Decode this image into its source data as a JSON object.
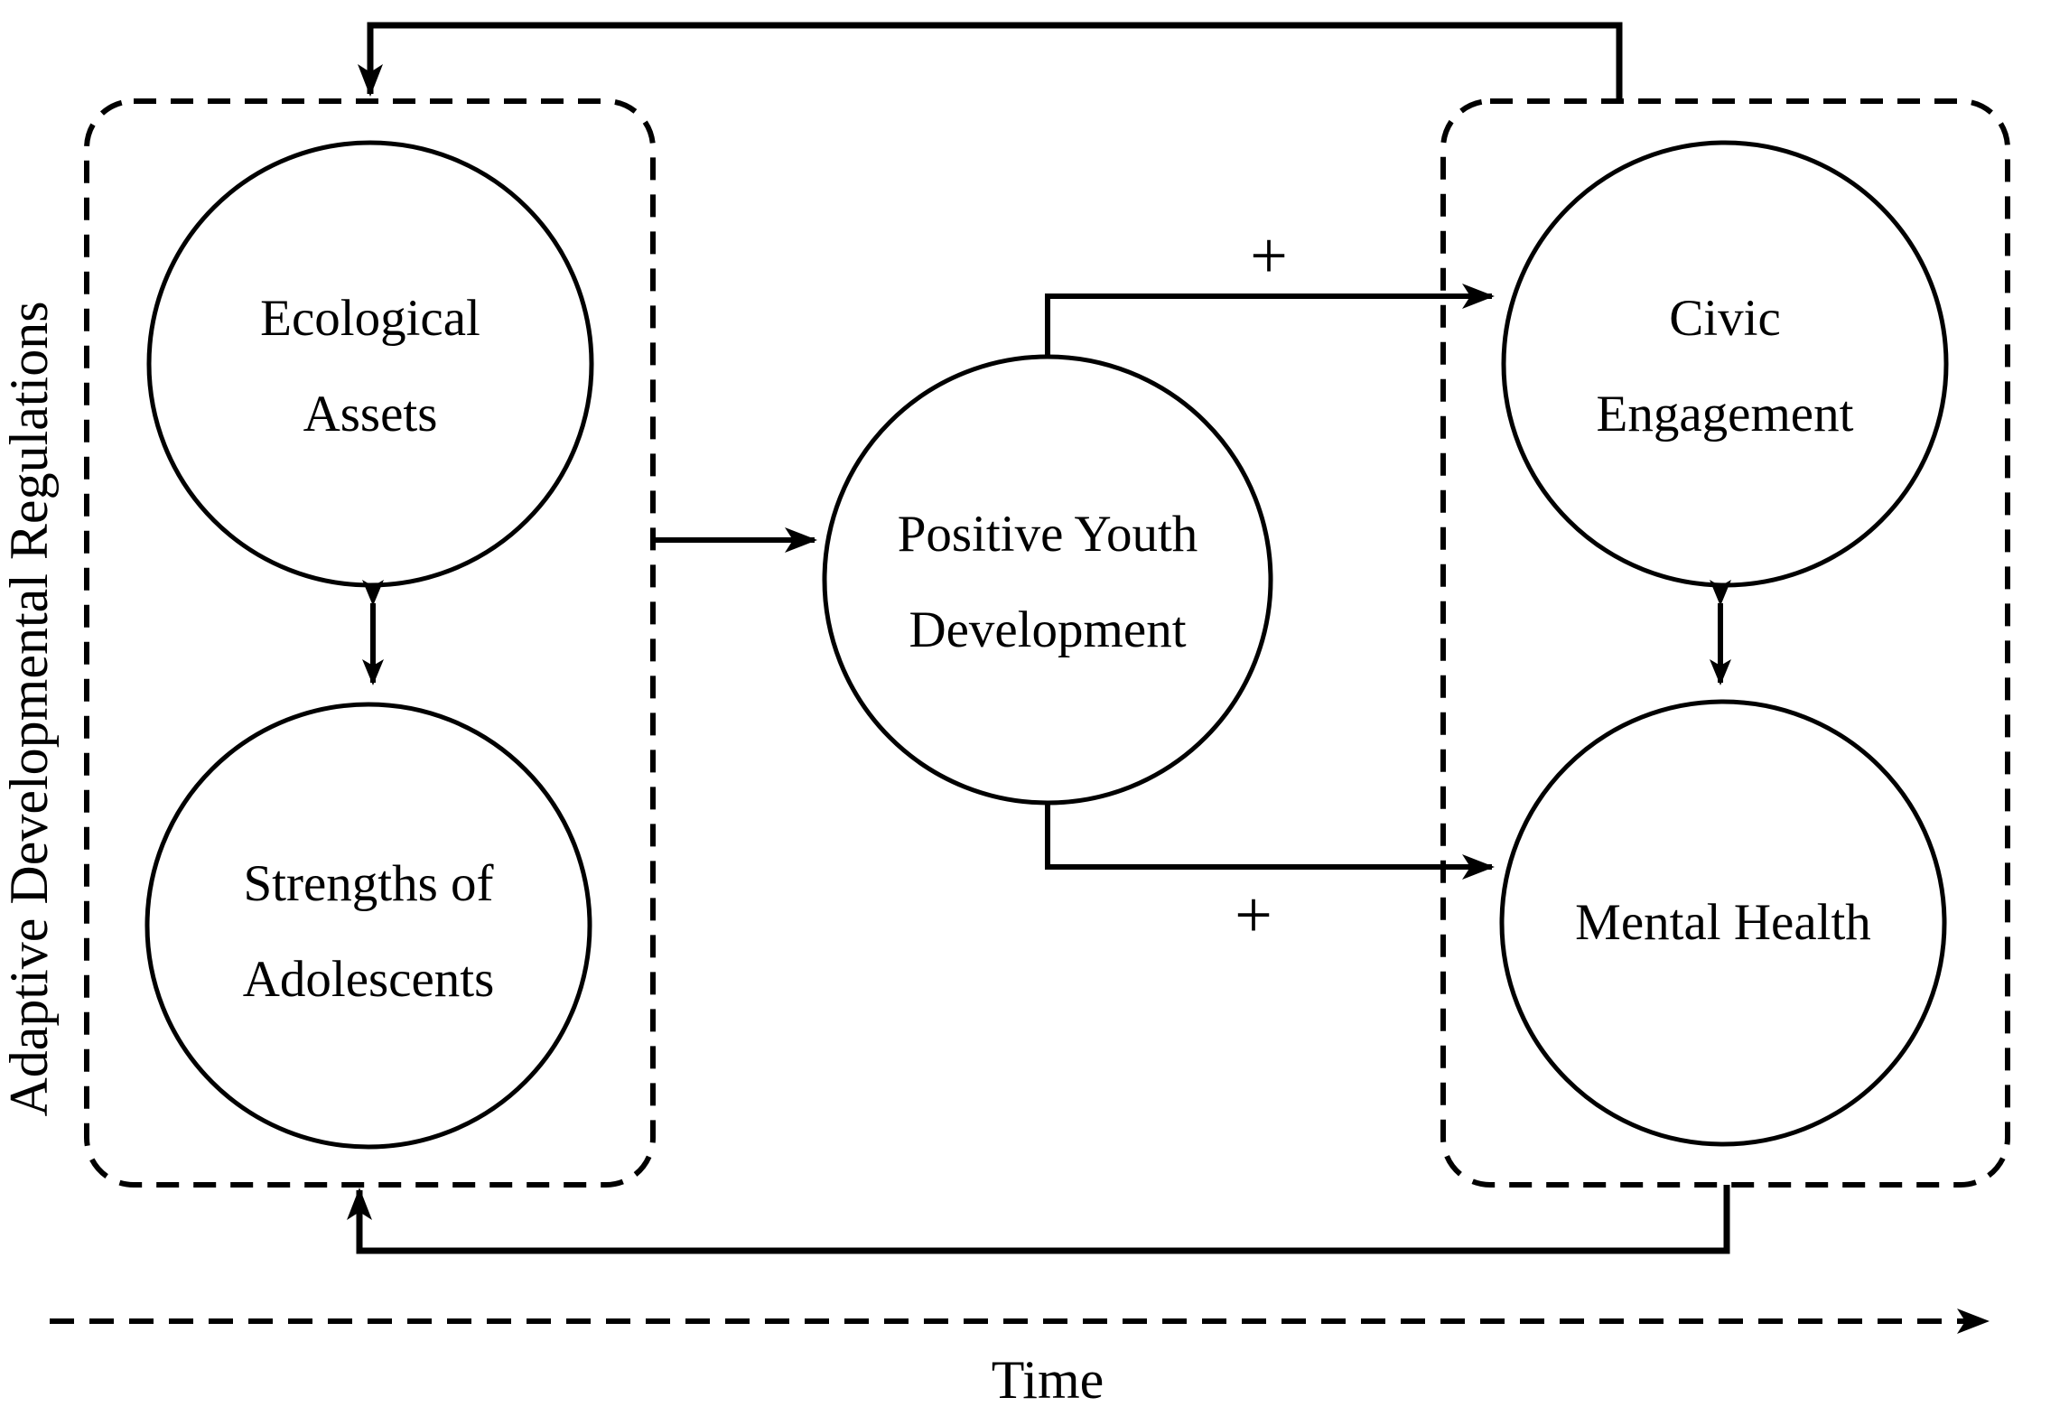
{
  "canvas": {
    "background": "#ffffff",
    "ink": "#000000"
  },
  "left_group": {
    "rotated_label": "Adaptive Developmental Regulations",
    "nodes": {
      "ecological": {
        "line1": "Ecological",
        "line2": "Assets"
      },
      "strengths": {
        "line1": "Strengths of",
        "line2": "Adolescents"
      }
    }
  },
  "center": {
    "pyd": {
      "line1": "Positive Youth",
      "line2": "Development"
    }
  },
  "right_group": {
    "nodes": {
      "civic": {
        "line1": "Civic",
        "line2": "Engagement"
      },
      "mental": {
        "line1": "Mental Health"
      }
    }
  },
  "edges": {
    "pyd_to_civic": {
      "label": "+"
    },
    "pyd_to_mental": {
      "label": "+"
    }
  },
  "time_axis": {
    "label": "Time"
  }
}
